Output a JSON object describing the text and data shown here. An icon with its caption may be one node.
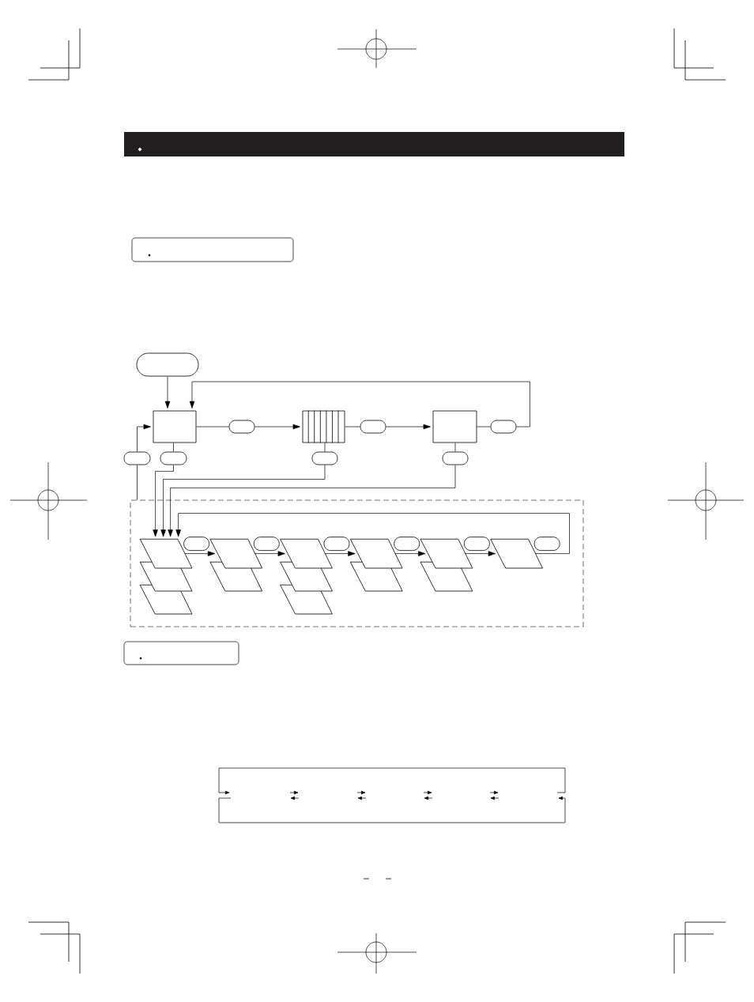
{
  "diagram": {
    "nodes": [
      {
        "text": [],
        "shape": "pill"
      },
      {
        "text": [],
        "shape": "box"
      },
      {
        "text": [],
        "shape": "pill"
      },
      {
        "text": [],
        "shape": "rack"
      },
      {
        "text": [],
        "shape": "pill"
      },
      {
        "text": [],
        "shape": "box"
      },
      {
        "text": [],
        "shape": "pill"
      },
      {
        "text": [],
        "shape": "pill"
      },
      {
        "text": [],
        "shape": "pill"
      },
      {
        "text": [],
        "shape": "pill"
      },
      {
        "text": [],
        "shape": "pill"
      },
      {
        "text": [],
        "shape": "frame"
      },
      {
        "text": [],
        "shape": "parallelogram",
        "in": 11
      },
      {
        "text": [],
        "shape": "pill",
        "in": 11
      },
      {
        "text": [],
        "shape": "parallelogram",
        "in": 11
      },
      {
        "text": [],
        "shape": "pill",
        "in": 11
      },
      {
        "text": [],
        "shape": "parallelogram",
        "in": 11
      },
      {
        "text": [],
        "shape": "pill",
        "in": 11
      },
      {
        "text": [],
        "shape": "parallelogram",
        "in": 11
      },
      {
        "text": [],
        "shape": "pill",
        "in": 11
      },
      {
        "text": [],
        "shape": "parallelogram",
        "in": 11
      },
      {
        "text": [],
        "shape": "pill",
        "in": 11
      },
      {
        "text": [],
        "shape": "parallelogram",
        "in": 11
      },
      {
        "text": [],
        "shape": "pill",
        "in": 11
      },
      {
        "text": [],
        "shape": "parallelogram",
        "in": 11
      },
      {
        "text": [],
        "shape": "parallelogram",
        "in": 11
      },
      {
        "text": [],
        "shape": "parallelogram",
        "in": 11
      },
      {
        "text": [],
        "shape": "parallelogram",
        "in": 11
      },
      {
        "text": [],
        "shape": "parallelogram",
        "in": 11
      },
      {
        "text": [],
        "shape": "parallelogram",
        "in": 11
      },
      {
        "text": [],
        "shape": "parallelogram",
        "in": 11
      }
    ],
    "edges": [
      {
        "from": 0,
        "to": 1,
        "arrow": "to"
      },
      {
        "from": 1,
        "to": 2,
        "arrow": "none"
      },
      {
        "from": 2,
        "to": 3,
        "arrow": "to"
      },
      {
        "from": 3,
        "to": 4,
        "arrow": "none"
      },
      {
        "from": 4,
        "to": 5,
        "arrow": "to"
      },
      {
        "from": 5,
        "to": 6,
        "arrow": "none"
      },
      {
        "from": 6,
        "to": 1,
        "arrow": "to"
      },
      {
        "from": 11,
        "to": 7,
        "arrow": "none"
      },
      {
        "from": 7,
        "to": 1,
        "arrow": "to"
      },
      {
        "from": 1,
        "to": 8,
        "arrow": "none"
      },
      {
        "from": 8,
        "to": 12,
        "arrow": "to"
      },
      {
        "from": 3,
        "to": 9,
        "arrow": "none"
      },
      {
        "from": 9,
        "to": 12,
        "arrow": "to"
      },
      {
        "from": 5,
        "to": 10,
        "arrow": "none"
      },
      {
        "from": 10,
        "to": 12,
        "arrow": "to"
      },
      {
        "from": 12,
        "to": 14,
        "arrow": "to"
      },
      {
        "from": 14,
        "to": 16,
        "arrow": "to"
      },
      {
        "from": 16,
        "to": 18,
        "arrow": "to"
      },
      {
        "from": 18,
        "to": 20,
        "arrow": "to"
      },
      {
        "from": 20,
        "to": 22,
        "arrow": "to"
      },
      {
        "from": 22,
        "to": 12,
        "arrow": "to"
      }
    ]
  }
}
